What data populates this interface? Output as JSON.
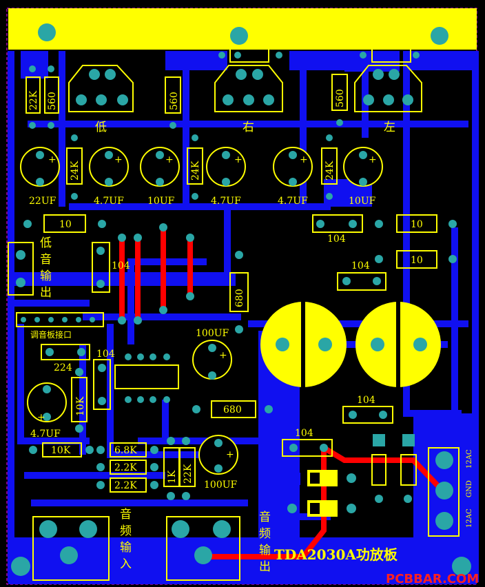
{
  "board": {
    "title": "TDA2030A功放板",
    "watermark": "PCBBAR.COM",
    "colors": {
      "background": "#000000",
      "copper": "#1010f0",
      "silkscreen": "#ffff00",
      "red_trace": "#ff0000",
      "pad": "#2aa6a6",
      "border": "#ff00ff"
    }
  },
  "channels": {
    "low": "低",
    "right": "右",
    "left": "左"
  },
  "labels": {
    "low_output": [
      "低",
      "音",
      "输",
      "出"
    ],
    "tone_interface": "调音板接口",
    "audio_input": [
      "音",
      "频",
      "输",
      "入"
    ],
    "audio_output": [
      "音",
      "频",
      "输",
      "出"
    ],
    "power": [
      "12AC",
      "GND",
      "12AC"
    ]
  },
  "components": {
    "r_22k": "22K",
    "r_560_a": "560",
    "r_560_b": "560",
    "r_560_c": "560",
    "r_24k_a": "24K",
    "r_24k_b": "24K",
    "r_24k_c": "24K",
    "c_22uf": "22UF",
    "c_47uf_a": "4.7UF",
    "c_10uf_a": "10UF",
    "c_47uf_b": "4.7UF",
    "c_47uf_c": "4.7UF",
    "c_10uf_b": "10UF",
    "r_10_a": "10",
    "r_10_b": "10",
    "r_10_c": "10",
    "c_104_a": "104",
    "c_104_b": "104",
    "c_104_c": "104",
    "c_104_d": "104",
    "c_104_e": "104",
    "c_104_f": "104",
    "r_680_a": "680",
    "r_680_b": "680",
    "c_100uf_a": "100UF",
    "c_100uf_b": "100UF",
    "c_224": "224",
    "r_10k_a": "10K",
    "r_10k_b": "10K",
    "c_47uf_d": "4.7UF",
    "r_68k": "6.8K",
    "r_22k_b": "2.2K",
    "r_22k_c": "2.2K",
    "r_1k": "1K",
    "r_22k_d": "22K"
  }
}
